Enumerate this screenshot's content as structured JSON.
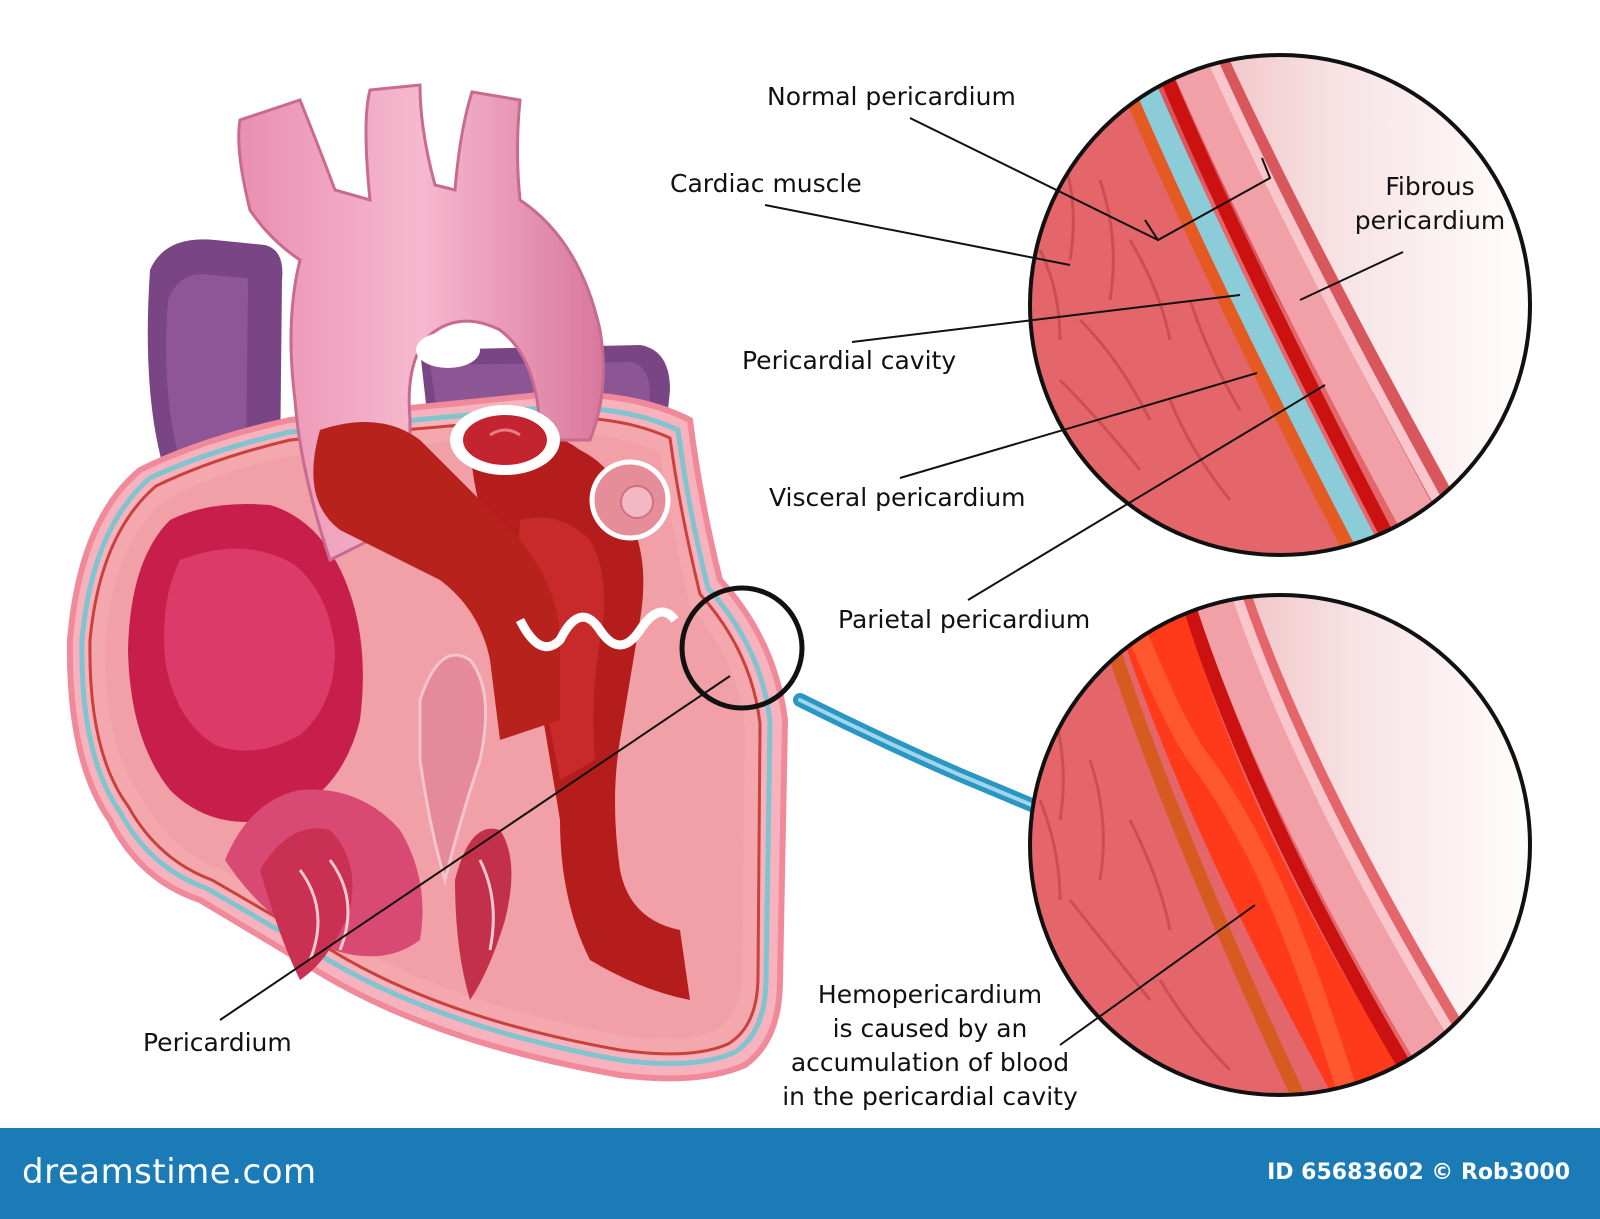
{
  "labels": {
    "normal_pericardium": "Normal pericardium",
    "cardiac_muscle": "Cardiac muscle",
    "fibrous_pericardium": [
      "Fibrous",
      "pericardium"
    ],
    "pericardial_cavity": "Pericardial cavity",
    "visceral_pericardium": "Visceral pericardium",
    "parietal_pericardium": "Parietal pericardium",
    "pericardium": "Pericardium",
    "hemopericardium": [
      "Hemopericardium",
      "is caused by an",
      "accumulation of blood",
      "in the pericardial cavity"
    ]
  },
  "footer": {
    "logo_text": "dreamstime.com",
    "credit_text": "ID 65683602 © Rob3000"
  },
  "colors": {
    "footer_bg": "#1a7bb7",
    "arrow": "#2a96c4",
    "pericardial_fluid": "#8ccbd8",
    "blood": "#ff3a1a",
    "muscle": "#e4666a"
  }
}
